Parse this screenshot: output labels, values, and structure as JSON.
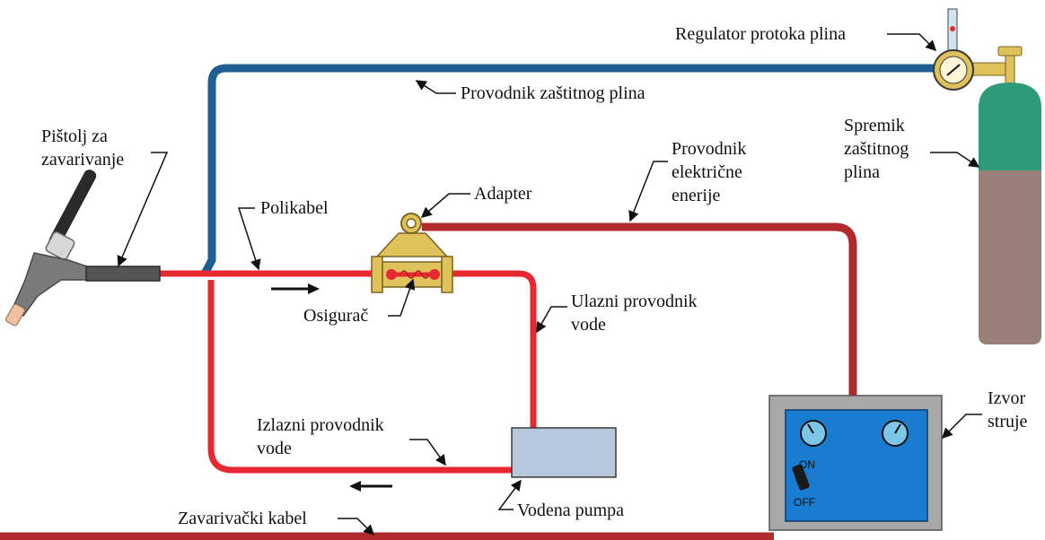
{
  "labels": {
    "regulator": "Regulator protoka plina",
    "gas_hose": "Provodnik zaštitnog plina",
    "torch_line1": "Pištolj za",
    "torch_line2": "zavarivanje",
    "tank_line1": "Spremik",
    "tank_line2": "zaštitnog",
    "tank_line3": "plina",
    "power_cable_line1": "Provodnik",
    "power_cable_line2": "električne",
    "power_cable_line3": "enerije",
    "adapter": "Adapter",
    "polycable": "Polikabel",
    "fuse": "Osigurač",
    "water_in_line1": "Ulazni provodnik",
    "water_in_line2": "vode",
    "water_out_line1": "Izlazni provodnik",
    "water_out_line2": "vode",
    "power_source_line1": "Izvor",
    "power_source_line2": "struje",
    "water_pump": "Vodena pumpa",
    "welding_cable": "Zavarivački kabel",
    "switch_on": "ON",
    "switch_off": "OFF"
  },
  "colors": {
    "gas_hose": "#1f5f8f",
    "power_cable": "#b02a2e",
    "water_line": "#e82830",
    "adapter": "#e0c25a",
    "pump": "#b8c8dc",
    "power_box_frame": "#a8a8a8",
    "power_box_panel": "#1a7cd0",
    "tank_top": "#2f9a78",
    "tank_body": "#988078"
  }
}
